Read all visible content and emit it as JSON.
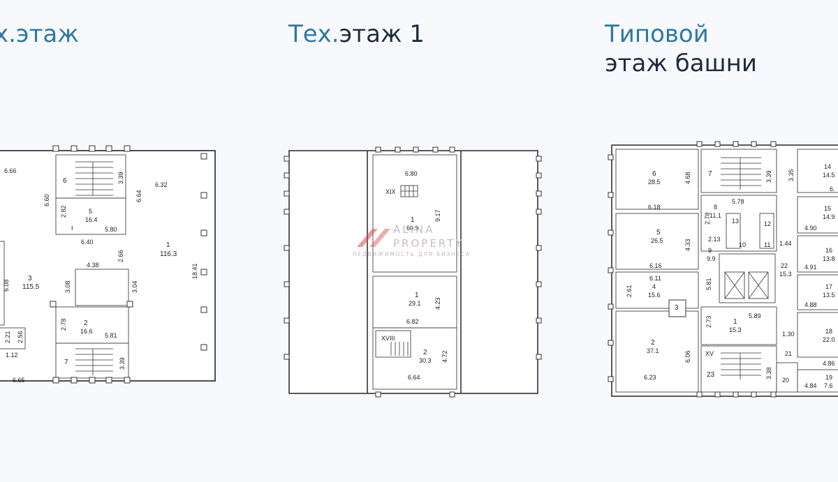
{
  "titles": {
    "left": "х.этаж",
    "middle_accent": "Тех.",
    "middle_rest": "этаж 1",
    "right_line1": "Типовой",
    "right_line2": "этаж башни"
  },
  "watermark": {
    "name_line1": "ALINA",
    "name_line2": "PROPERTY",
    "tagline": "НЕДВИЖИМОСТЬ ДЛЯ БИЗНЕСА",
    "brand_color": "#d94a4a"
  },
  "colors": {
    "accent": "#2e78a8",
    "dark": "#1f2b3d"
  },
  "plan_left": {
    "labels": [
      "6.66",
      "6.60",
      "2.82",
      "6",
      "3.39",
      "6.64",
      "6.32",
      "5",
      "16.4",
      "5.80",
      "6.40",
      "2.66",
      "4.38",
      "3.08",
      "3.04",
      "3",
      "115.5",
      "1",
      "116.3",
      "18.41",
      "6.08",
      "2.78",
      "2",
      "16.6",
      "5.81",
      "2.21",
      "2.56",
      "1.12",
      "7",
      "3.39",
      "6.65",
      "I"
    ]
  },
  "plan_middle": {
    "labels": [
      "6.80",
      "XIX",
      "1",
      "60.9",
      "9.17",
      "1",
      "29.1",
      "4.23",
      "6.82",
      "XVIII",
      "2",
      "30.3",
      "4.72",
      "6.64"
    ]
  },
  "plan_right": {
    "labels": [
      "6",
      "28.5",
      "4.68",
      "7",
      "3.39",
      "3.35",
      "14",
      "14.5",
      "6.",
      "6.18",
      "8",
      "11.1",
      "5.78",
      "2.78",
      "15",
      "14.9",
      "13",
      "12",
      "4.90",
      "5",
      "26.5",
      "2.13",
      "10",
      "11",
      "1.44",
      "4.33",
      "16",
      "13.8",
      "9",
      "9.9",
      "6.16",
      "22",
      "15.3",
      "4.91",
      "2.61",
      "6.11",
      "4",
      "15.6",
      "5.81",
      "17",
      "13.5",
      "4.88",
      "3",
      "1",
      "15.3",
      "5.89",
      "2.73",
      "1.30",
      "18",
      "22.0",
      "2",
      "37.1",
      "6.06",
      "XV",
      "21",
      "4.86",
      "23",
      "3.38",
      "19",
      "7.6",
      "6.23",
      "20",
      "4.84"
    ]
  }
}
